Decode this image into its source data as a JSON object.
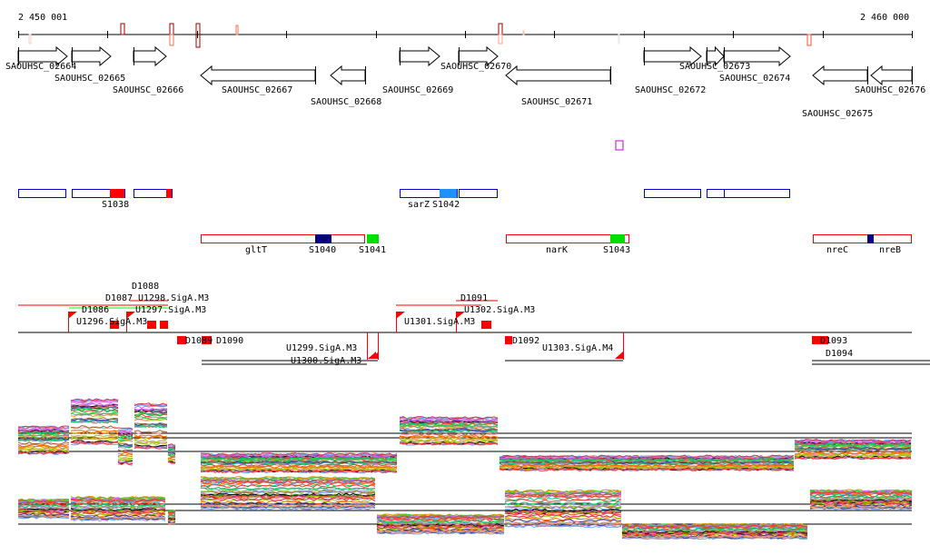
{
  "axis": {
    "start_label": "2 450 001",
    "end_label": "2 460 000"
  },
  "genes": [
    {
      "name": "SAOUHSC_02664",
      "strand": "+"
    },
    {
      "name": "SAOUHSC_02665",
      "strand": "+"
    },
    {
      "name": "SAOUHSC_02666",
      "strand": "+"
    },
    {
      "name": "SAOUHSC_02667",
      "strand": "-"
    },
    {
      "name": "SAOUHSC_02668",
      "strand": "-"
    },
    {
      "name": "SAOUHSC_02669",
      "strand": "+"
    },
    {
      "name": "SAOUHSC_02670",
      "strand": "+"
    },
    {
      "name": "SAOUHSC_02671",
      "strand": "-"
    },
    {
      "name": "SAOUHSC_02672",
      "strand": "+"
    },
    {
      "name": "SAOUHSC_02673",
      "strand": "+"
    },
    {
      "name": "SAOUHSC_02674",
      "strand": "+"
    },
    {
      "name": "SAOUHSC_02675",
      "strand": "-"
    },
    {
      "name": "SAOUHSC_02676",
      "strand": "-"
    }
  ],
  "plus_features": [
    "S1038",
    "sarZ",
    "S1042"
  ],
  "minus_features": [
    "gltT",
    "S1040",
    "S1041",
    "narK",
    "S1043",
    "nreC",
    "nreB"
  ],
  "promoters_plus": [
    "U1296.SigA.M3",
    "U1297.SigA.M3",
    "U1298.SigA.M3",
    "U1301.SigA.M3",
    "U1302.SigA.M3"
  ],
  "promoters_minus": [
    "U1299.SigA.M3",
    "U1300.SigA.M3",
    "U1303.SigA.M4"
  ],
  "terminators": [
    "D1086",
    "D1087",
    "D1088",
    "D1089",
    "D1090",
    "D1091",
    "D1092",
    "D1093",
    "D1094"
  ],
  "colors": {
    "strand_plus": "#0000cc",
    "strand_minus": "#ff0000",
    "navy": "#000080",
    "green": "#00dd00",
    "sky": "#1e90ff"
  }
}
